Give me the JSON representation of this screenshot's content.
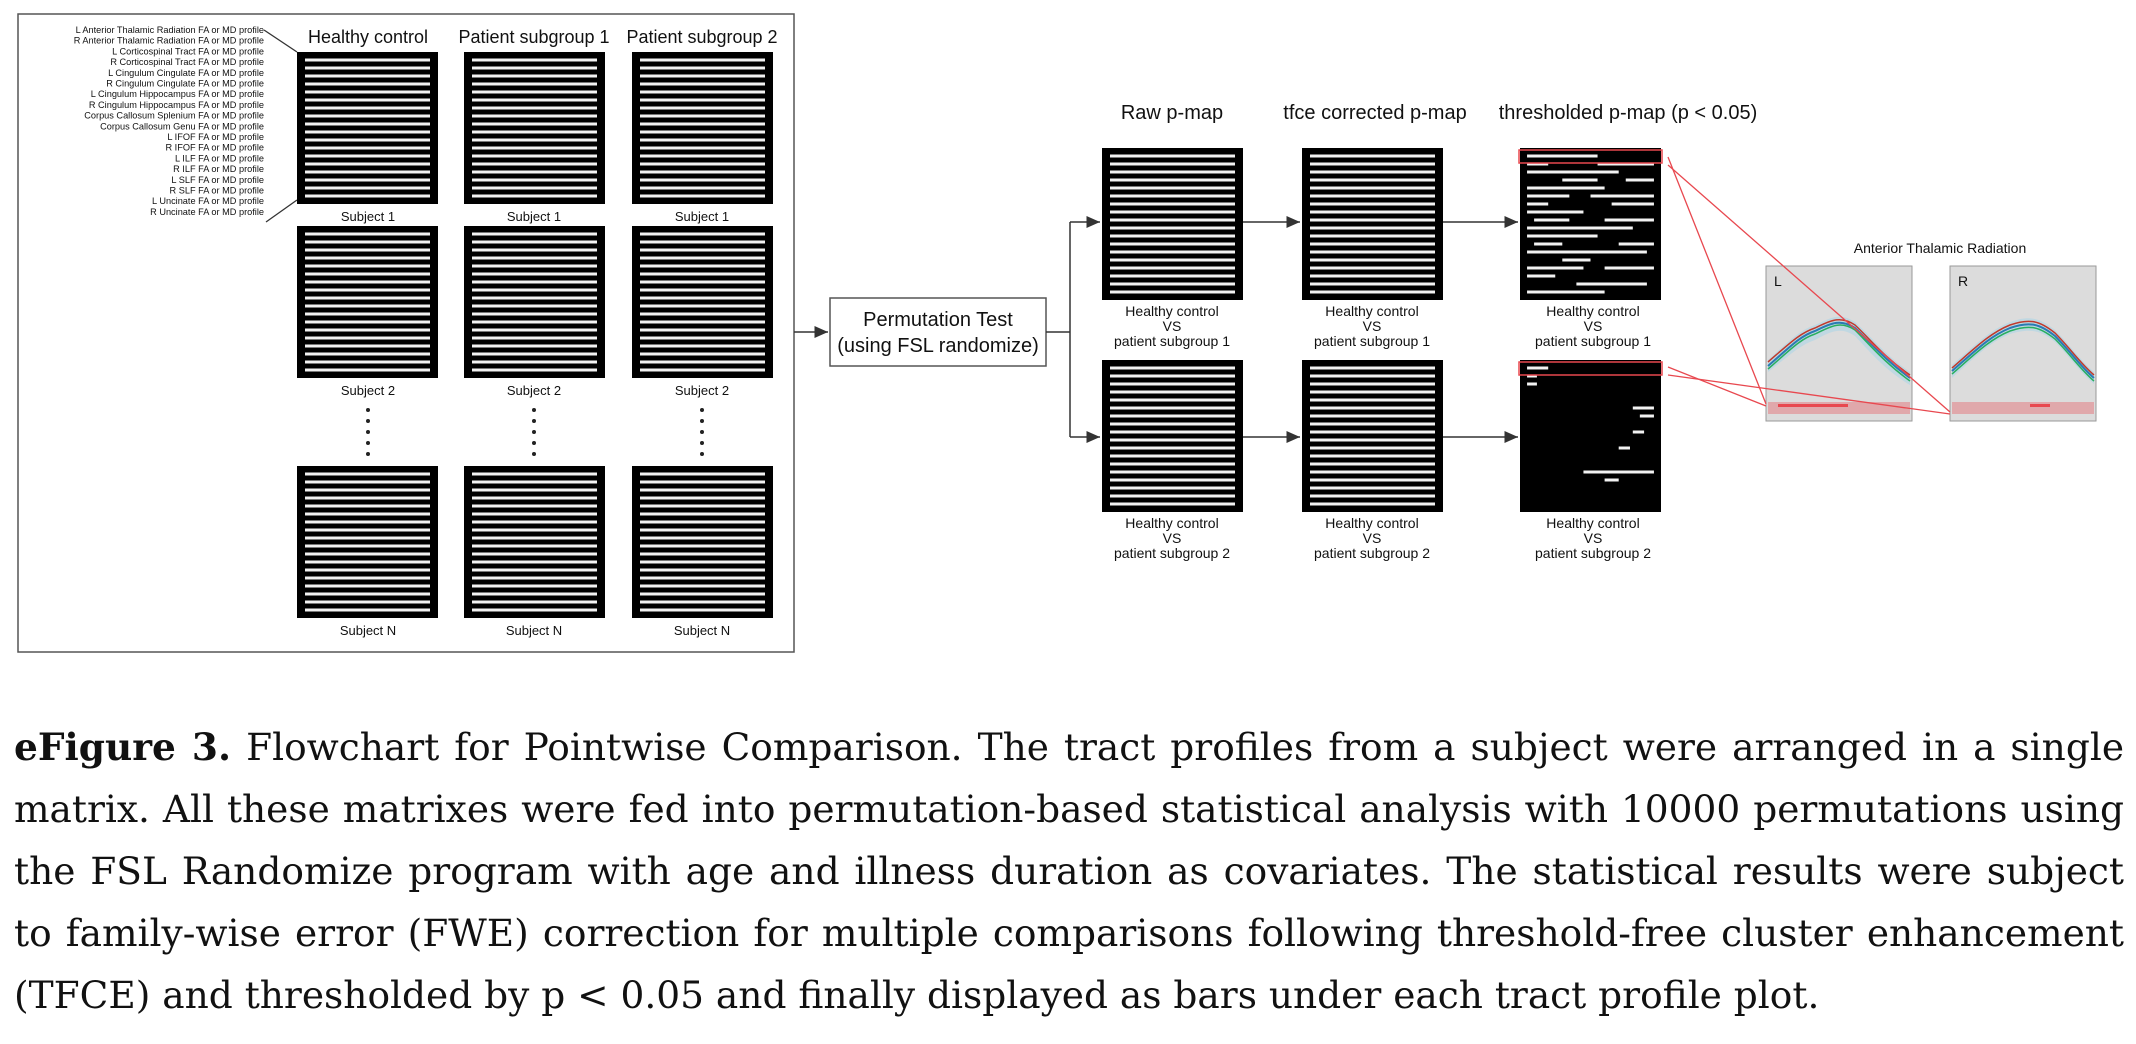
{
  "tract_labels": [
    "L Anterior Thalamic Radiation FA or MD profile",
    "R Anterior Thalamic Radiation FA or MD profile",
    "L Corticospinal Tract FA or MD profile",
    "R Corticospinal Tract FA or MD profile",
    "L Cingulum Cingulate FA or MD profile",
    "R Cingulum Cingulate FA or MD profile",
    "L Cingulum Hippocampus FA or MD profile",
    "R Cingulum Hippocampus FA or MD profile",
    "Corpus Callosum Splenium FA or MD profile",
    "Corpus Callosum Genu FA or MD profile",
    "L IFOF FA or MD profile",
    "R IFOF FA or MD profile",
    "L ILF FA or MD profile",
    "R ILF FA or MD profile",
    "L SLF FA or MD profile",
    "R SLF FA or MD profile",
    "L Uncinate FA or MD profile",
    "R Uncinate FA or MD profile"
  ],
  "groups": [
    "Healthy control",
    "Patient subgroup 1",
    "Patient subgroup 2"
  ],
  "subject_labels": [
    "Subject 1",
    "Subject 2",
    "Subject N"
  ],
  "permutation": {
    "line1": "Permutation Test",
    "line2": "(using FSL randomize)"
  },
  "pmap_headers": [
    "Raw p-map",
    "tfce corrected p-map",
    "thresholded p-map (p < 0.05)"
  ],
  "comparisons": [
    {
      "line1": "Healthy control",
      "line2": "VS",
      "line3": "patient subgroup 1"
    },
    {
      "line1": "Healthy control",
      "line2": "VS",
      "line3": "patient subgroup 2"
    }
  ],
  "plot": {
    "title": "Anterior Thalamic Radiation",
    "left_label": "L",
    "right_label": "R"
  },
  "colors": {
    "highlight": "#e8484f",
    "matrix": "#000000",
    "plot_bg": "#dcdcdc"
  },
  "caption": {
    "label": "eFigure 3.",
    "text": "Flowchart for Pointwise Comparison. The tract profiles from a subject were arranged in a single matrix. All these matrixes were fed into permutation-based statistical analysis with 10000 permutations using the FSL Randomize program with age and illness duration as covariates. The statistical results were subject to family-wise error (FWE) correction for multiple comparisons following threshold-free cluster enhancement (TFCE) and thresholded by p < 0.05 and finally displayed as bars under each tract profile plot."
  }
}
